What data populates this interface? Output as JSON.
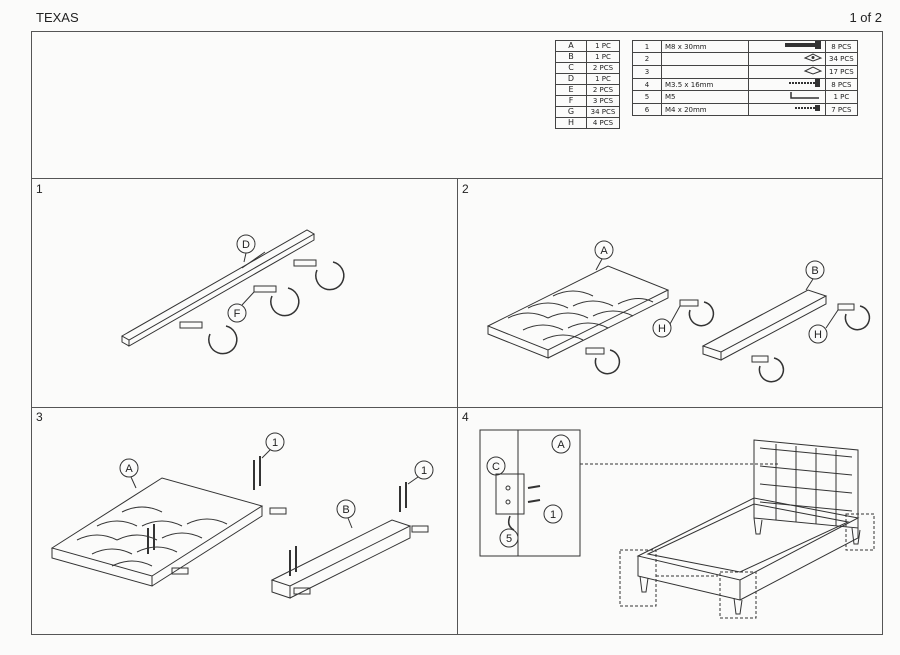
{
  "header": {
    "title": "TEXAS",
    "page": "1 of 2"
  },
  "parts": [
    {
      "letter": "A",
      "qty": "1 PC"
    },
    {
      "letter": "B",
      "qty": "1 PC"
    },
    {
      "letter": "C",
      "qty": "2 PCS"
    },
    {
      "letter": "D",
      "qty": "1 PC"
    },
    {
      "letter": "E",
      "qty": "2 PCS"
    },
    {
      "letter": "F",
      "qty": "3 PCS"
    },
    {
      "letter": "G",
      "qty": "34 PCS"
    },
    {
      "letter": "H",
      "qty": "4 PCS"
    }
  ],
  "hardware": [
    {
      "num": "1",
      "desc": "M8 x 30mm",
      "icon": "bolt-icon",
      "qty": "8 PCS"
    },
    {
      "num": "2",
      "desc": "",
      "icon": "button-cover-icon",
      "qty": "34 PCS"
    },
    {
      "num": "3",
      "desc": "",
      "icon": "washer-icon",
      "qty": "17 PCS"
    },
    {
      "num": "4",
      "desc": "M3.5 x 16mm",
      "icon": "screw-icon",
      "qty": "8 PCS"
    },
    {
      "num": "5",
      "desc": "M5",
      "icon": "allen-key-icon",
      "qty": "1 PC"
    },
    {
      "num": "6",
      "desc": "M4 x 20mm",
      "icon": "screw-icon",
      "qty": "7 PCS"
    }
  ],
  "steps": [
    {
      "num": "1",
      "labels": [
        "D",
        "F"
      ]
    },
    {
      "num": "2",
      "labels": [
        "A",
        "B",
        "H",
        "H"
      ]
    },
    {
      "num": "3",
      "labels": [
        "A",
        "1",
        "B",
        "1"
      ]
    },
    {
      "num": "4",
      "labels": [
        "A",
        "C",
        "1",
        "5"
      ]
    }
  ]
}
